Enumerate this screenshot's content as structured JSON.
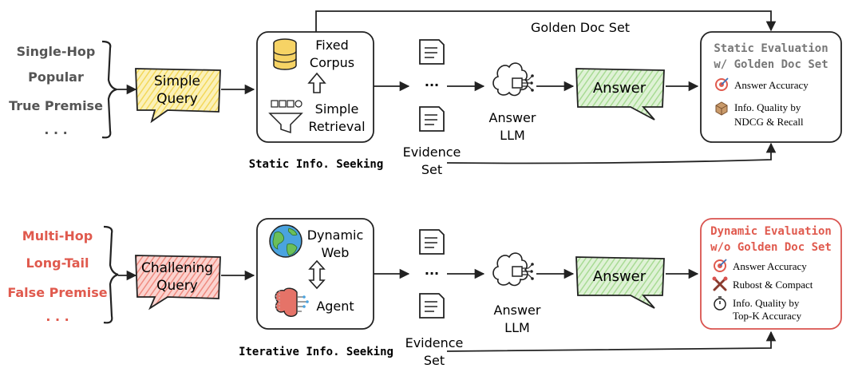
{
  "colors": {
    "stroke": "#222222",
    "gray_text": "#555555",
    "red_text": "#e05a4e",
    "yellow_fill": "#f6e58d",
    "red_fill": "#f28b82",
    "green_fill": "#b6e3a6",
    "red_border": "#d9534f",
    "db_fill": "#f6d365",
    "globe_fill": "#4aa3df"
  },
  "top_row": {
    "query_types": [
      "Single-Hop",
      "Popular",
      "True Premise",
      ". . ."
    ],
    "query_bubble": [
      "Simple",
      "Query"
    ],
    "retrieval_box": {
      "source": [
        "Fixed",
        "Corpus"
      ],
      "method": [
        "Simple",
        "Retrieval"
      ],
      "caption": "Static Info. Seeking"
    },
    "dots": "···",
    "evidence_set": [
      "Evidence",
      "Set"
    ],
    "llm_label": [
      "Answer",
      "LLM"
    ],
    "answer_bubble": "Answer",
    "golden_doc_label": "Golden Doc Set",
    "evaluation": {
      "title": [
        "Static Evaluation",
        "w/ Golden Doc Set"
      ],
      "items": [
        {
          "icon": "target-icon",
          "text": [
            "Answer Accuracy"
          ]
        },
        {
          "icon": "box-icon",
          "text": [
            "Info. Quality by",
            "NDCG & Recall"
          ]
        }
      ]
    }
  },
  "bottom_row": {
    "query_types": [
      "Multi-Hop",
      "Long-Tail",
      "False Premise",
      ". . ."
    ],
    "query_bubble": [
      "Challening",
      "Query"
    ],
    "retrieval_box": {
      "source": [
        "Dynamic",
        "Web"
      ],
      "method": [
        "Agent"
      ],
      "caption": "Iterative Info. Seeking"
    },
    "dots": "···",
    "evidence_set": [
      "Evidence",
      "Set"
    ],
    "llm_label": [
      "Answer",
      "LLM"
    ],
    "answer_bubble": "Answer",
    "evaluation": {
      "title": [
        "Dynamic Evaluation",
        "w/o Golden Doc Set"
      ],
      "items": [
        {
          "icon": "target-icon",
          "text": [
            "Answer Accuracy"
          ]
        },
        {
          "icon": "tools-icon",
          "text": [
            "Rubost & Compact"
          ]
        },
        {
          "icon": "stopwatch-icon",
          "text": [
            "Info. Quality by",
            "Top-K Accuracy"
          ]
        }
      ]
    }
  }
}
